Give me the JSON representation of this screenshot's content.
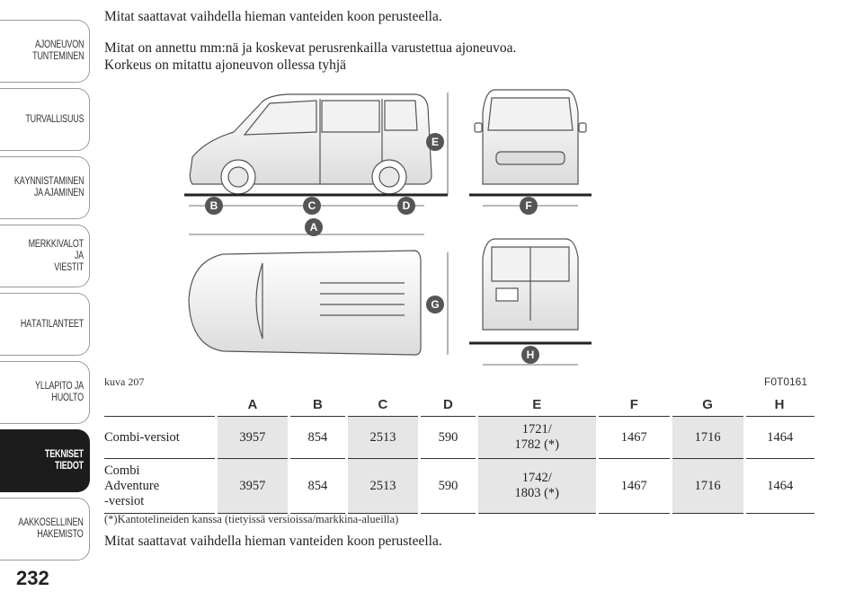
{
  "sidebar": {
    "tabs": [
      {
        "label": "AJONEUVON\nTUNTEMINEN",
        "active": false
      },
      {
        "label": "TURVALLISUUS",
        "active": false
      },
      {
        "label": "KÄYNNISTÄMINEN\nJA AJAMINEN",
        "active": false
      },
      {
        "label": "MERKKIVALOT JA\nVIESTIT",
        "active": false
      },
      {
        "label": "HÄTÄTILANTEET",
        "active": false
      },
      {
        "label": "YLLÄPITO JA HUOLTO",
        "active": false
      },
      {
        "label": "TEKNISET TIEDOT",
        "active": true
      },
      {
        "label": "AAKKOSELLINEN\nHAKEMISTO",
        "active": false
      }
    ],
    "page_number": "232"
  },
  "content": {
    "intro_line1": "Mitat saattavat vaihdella hieman vanteiden koon perusteella.",
    "intro_line2": "Mitat on annettu mm:nä ja koskevat perusrenkailla varustettua ajoneuvoa.",
    "intro_line3": "Korkeus on mitattu ajoneuvon ollessa tyhjä",
    "figure_caption": "kuva 207",
    "figure_id": "F0T0161",
    "dimension_markers": [
      "A",
      "B",
      "C",
      "D",
      "E",
      "F",
      "G",
      "H"
    ],
    "footnote": "(*)Kantotelineiden kanssa (tietyissä versioissa/markkina-alueilla)",
    "outro": "Mitat saattavat vaihdella hieman vanteiden koon perusteella."
  },
  "table": {
    "headers": [
      "A",
      "B",
      "C",
      "D",
      "E",
      "F",
      "G",
      "H"
    ],
    "rows": [
      {
        "label": "Combi-versiot",
        "values": [
          "3957",
          "854",
          "2513",
          "590",
          "1721/\n1782 (*)",
          "1467",
          "1716",
          "1464"
        ]
      },
      {
        "label": "Combi\nAdventure\n-versiot",
        "values": [
          "3957",
          "854",
          "2513",
          "590",
          "1742/\n1803 (*)",
          "1467",
          "1716",
          "1464"
        ]
      }
    ]
  },
  "colors": {
    "badge": "#555555",
    "active_tab": "#1c1c1c",
    "table_shade": "#e6e6e6"
  }
}
